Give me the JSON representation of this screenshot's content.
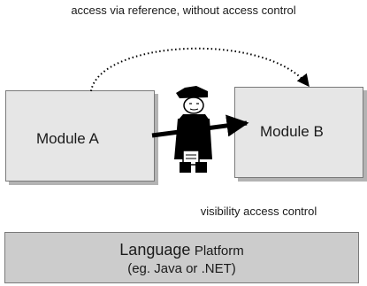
{
  "captions": {
    "top": "access via reference, without access control",
    "bottom": "visibility access control"
  },
  "modules": {
    "a": "Module A",
    "b": "Module B"
  },
  "platform": {
    "word_large": "Language",
    "word_small": "Platform",
    "note": "(eg. Java or .NET)"
  },
  "icons": {
    "guard": "guard-icon"
  },
  "colors": {
    "module_fill": "#e6e6e6",
    "platform_fill": "#cccccc",
    "arrow": "#000000"
  }
}
